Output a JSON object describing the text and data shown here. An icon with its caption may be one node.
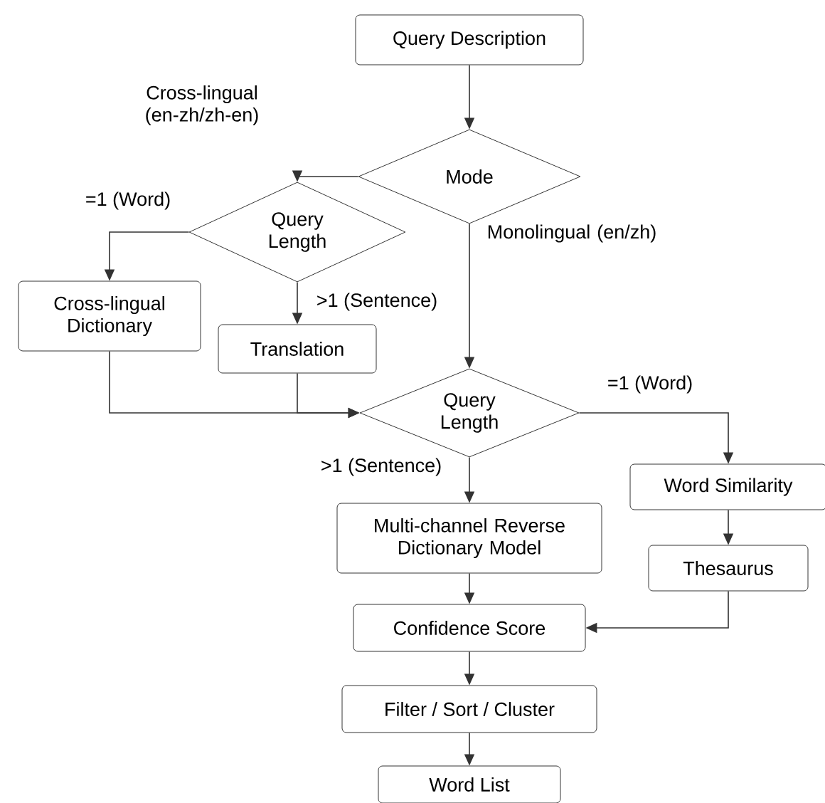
{
  "diagram": {
    "nodes": [
      {
        "text": [
          "Query Description"
        ]
      },
      {
        "text": [
          "Mode"
        ]
      },
      {
        "text": [
          "Query Length"
        ]
      },
      {
        "text": [
          "Cross-lingual Dictionary"
        ]
      },
      {
        "text": [
          "Translation"
        ]
      },
      {
        "text": [
          "Query Length"
        ]
      },
      {
        "text": [
          "Word Similarity"
        ]
      },
      {
        "text": [
          "Multi-channel Reverse Dictionary Model"
        ]
      },
      {
        "text": [
          "Thesaurus"
        ]
      },
      {
        "text": [
          "Confidence Score"
        ]
      },
      {
        "text": [
          "Filter / Sort / Cluster"
        ]
      },
      {
        "text": [
          "Word List"
        ]
      }
    ],
    "edges": [
      {
        "from": 0,
        "to": 1,
        "arrow": "to"
      },
      {
        "from": 1,
        "to": 2,
        "arrow": "to",
        "label": "Cross-lingual (en-zh/zh-en)"
      },
      {
        "from": 1,
        "to": 5,
        "arrow": "to",
        "label": "Monolingual (en/zh)"
      },
      {
        "from": 2,
        "to": 3,
        "arrow": "to",
        "label": "=1 (Word)"
      },
      {
        "from": 2,
        "to": 4,
        "arrow": "to",
        "label": ">1 (Sentence)"
      },
      {
        "from": 3,
        "to": 5,
        "arrow": "to"
      },
      {
        "from": 4,
        "to": 5,
        "arrow": "to"
      },
      {
        "from": 5,
        "to": 6,
        "arrow": "to",
        "label": "=1 (Word)"
      },
      {
        "from": 5,
        "to": 7,
        "arrow": "to",
        "label": ">1 (Sentence)"
      },
      {
        "from": 6,
        "to": 8,
        "arrow": "to"
      },
      {
        "from": 7,
        "to": 9,
        "arrow": "to"
      },
      {
        "from": 8,
        "to": 9,
        "arrow": "to"
      },
      {
        "from": 9,
        "to": 10,
        "arrow": "to"
      },
      {
        "from": 10,
        "to": 11,
        "arrow": "to"
      }
    ]
  }
}
